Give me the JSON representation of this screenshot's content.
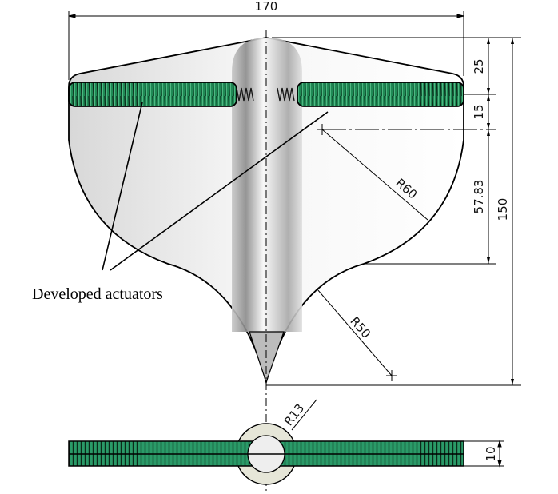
{
  "dimensions": {
    "width_total": "170",
    "top_height": "25",
    "actuator_height": "15",
    "mid_height": "57.83",
    "total_height": "150",
    "radius_upper": "R60",
    "radius_lower": "R50",
    "radius_rib": "R13",
    "thickness": "10"
  },
  "annotation": {
    "actuators_label": "Developed actuators"
  },
  "colors": {
    "actuator_green": "#1f8a55",
    "body_fill": "#eeeeee",
    "outline": "#000000"
  }
}
